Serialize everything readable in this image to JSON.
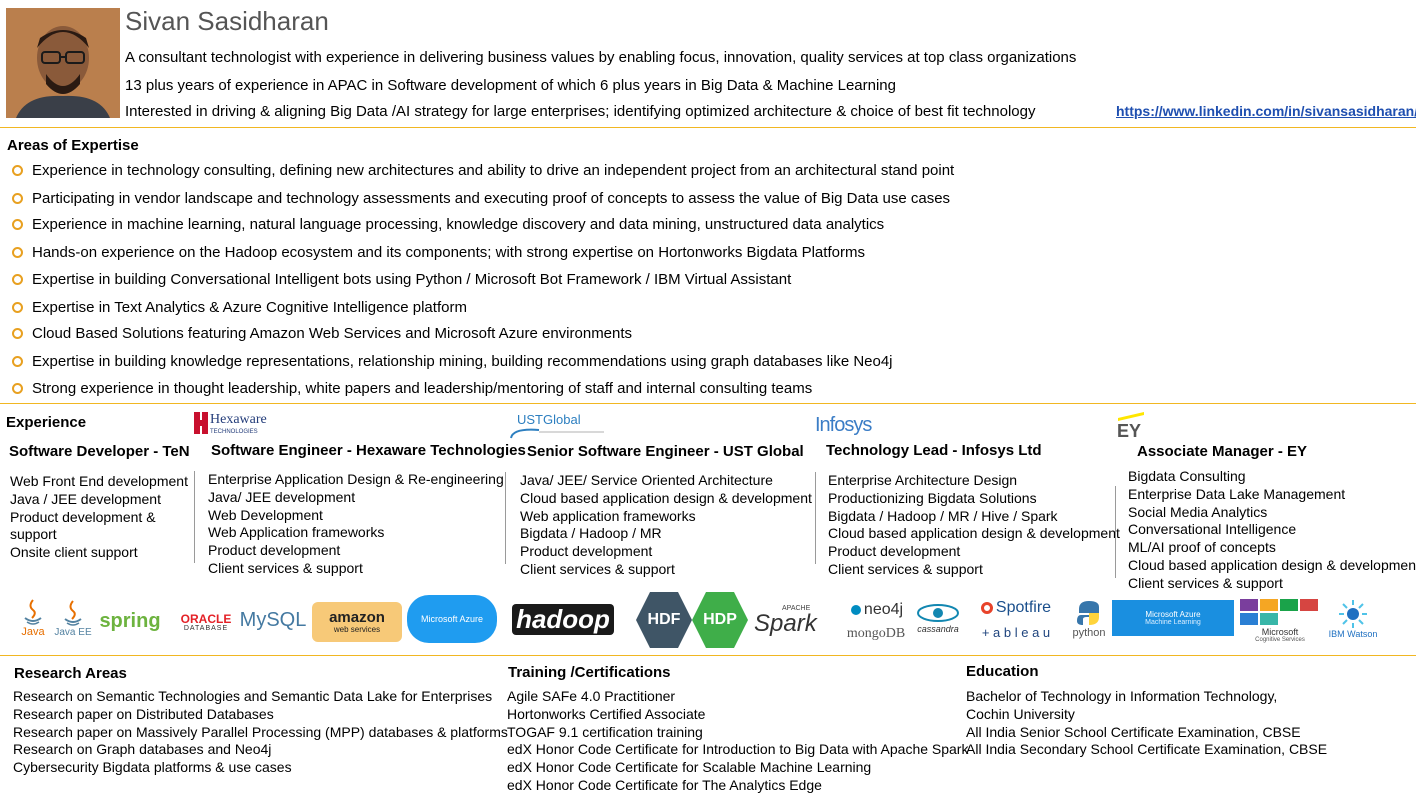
{
  "profile": {
    "name": "Sivan Sasidharan",
    "lines": [
      "A consultant technologist with experience in delivering business values by enabling focus, innovation, quality services at top class organizations",
      "13 plus years of experience in APAC in Software development of which 6 plus years in Big Data & Machine Learning",
      "Interested in driving & aligning Big Data /AI strategy for large enterprises; identifying optimized architecture & choice of best fit technology"
    ],
    "linkedin": "https://www.linkedin.com/in/sivansasidharan/"
  },
  "expertise": {
    "title": "Areas of Expertise",
    "items": [
      "Experience in technology consulting, defining new architectures and ability to drive an independent project from an architectural stand point",
      "Participating in vendor landscape and technology assessments and executing proof of concepts to assess the value of Big Data use cases",
      "Experience in machine learning, natural language processing, knowledge discovery and data mining, unstructured data analytics",
      "Hands-on experience on the Hadoop ecosystem and its components; with strong expertise on Hortonworks Bigdata Platforms",
      "Expertise in building Conversational Intelligent bots using Python / Microsoft Bot Framework / IBM Virtual Assistant",
      "Expertise in Text Analytics & Azure Cognitive Intelligence platform",
      "Cloud Based Solutions featuring Amazon Web Services and Microsoft Azure environments",
      "Expertise in building knowledge representations, relationship mining, building recommendations using graph databases like Neo4j",
      "Strong experience in thought leadership, white papers and leadership/mentoring of staff and internal consulting teams"
    ]
  },
  "experience": {
    "title": "Experience",
    "jobs": [
      {
        "title": "Software Developer - TeN",
        "logo": "",
        "items": [
          "Web Front End development",
          "Java / JEE development",
          "Product development &",
          "support",
          "Onsite client support"
        ]
      },
      {
        "title": "Software Engineer - Hexaware Technologies",
        "logo": "Hexaware",
        "logo_sub": "TECHNOLOGIES",
        "items": [
          "Enterprise Application Design & Re-engineering",
          "Java/ JEE development",
          "Web Development",
          "Web Application frameworks",
          "Product development",
          "Client services & support"
        ]
      },
      {
        "title": "Senior Software Engineer - UST Global",
        "logo": "USTGlobal",
        "items": [
          "Java/ JEE/ Service Oriented Architecture",
          "Cloud based application design & development",
          "Web application frameworks",
          "Bigdata / Hadoop / MR",
          "Product development",
          "Client services & support"
        ]
      },
      {
        "title": "Technology Lead - Infosys Ltd",
        "logo": "Infosys",
        "items": [
          "Enterprise Architecture Design",
          "Productionizing Bigdata Solutions",
          "Bigdata / Hadoop / MR / Hive / Spark",
          "Cloud based application design & development",
          "Product development",
          "Client services & support"
        ]
      },
      {
        "title": "Associate Manager - EY",
        "logo": "EY",
        "items": [
          "Bigdata Consulting",
          "Enterprise Data Lake Management",
          "Social Media Analytics",
          "Conversational Intelligence",
          "ML/AI proof of concepts",
          "Cloud based application design & development",
          "Client services & support"
        ]
      }
    ]
  },
  "tech_logos": {
    "java": "Java",
    "javaee": "Java EE",
    "spring": "spring",
    "oracle": "ORACLE",
    "oracle_sub": "DATABASE",
    "mysql": "MySQL",
    "amazon": "amazon",
    "amazon_sub": "web services",
    "azure": "Microsoft Azure",
    "hadoop": "hadoop",
    "hdf": "HDF",
    "hdp": "HDP",
    "spark": "Spark",
    "spark_sub": "APACHE",
    "neo4j": "neo4j",
    "mongodb": "mongoDB",
    "cassandra": "cassandra",
    "spotfire": "Spotfire",
    "tableau": "+ a b l e a u",
    "python": "python",
    "azure_ml": "Microsoft Azure",
    "azure_ml_sub": "Machine Learning",
    "cognitive": "Microsoft",
    "cognitive_sub": "Cognitive Services",
    "watson": "IBM Watson"
  },
  "research": {
    "title": "Research Areas",
    "items": [
      "Research on Semantic Technologies and Semantic Data Lake for Enterprises",
      "Research paper on Distributed Databases",
      "Research paper on Massively Parallel Processing (MPP) databases & platforms",
      "Research on Graph databases and Neo4j",
      "Cybersecurity Bigdata platforms & use cases"
    ]
  },
  "training": {
    "title": "Training /Certifications",
    "items": [
      "Agile SAFe 4.0 Practitioner",
      "Hortonworks Certified Associate",
      "TOGAF 9.1 certification training",
      "edX Honor Code Certificate for Introduction to Big Data with Apache Spark",
      "edX Honor Code Certificate for Scalable Machine Learning",
      "edX Honor Code Certificate for The Analytics Edge"
    ]
  },
  "education": {
    "title": "Education",
    "items": [
      "Bachelor of Technology in Information Technology,",
      "Cochin University",
      "All India Senior School Certificate Examination, CBSE",
      "All India Secondary School Certificate Examination, CBSE"
    ]
  },
  "colors": {
    "accent_rule": "#f1b722",
    "bullet": "#e8a020",
    "link": "#1f4fb0"
  }
}
